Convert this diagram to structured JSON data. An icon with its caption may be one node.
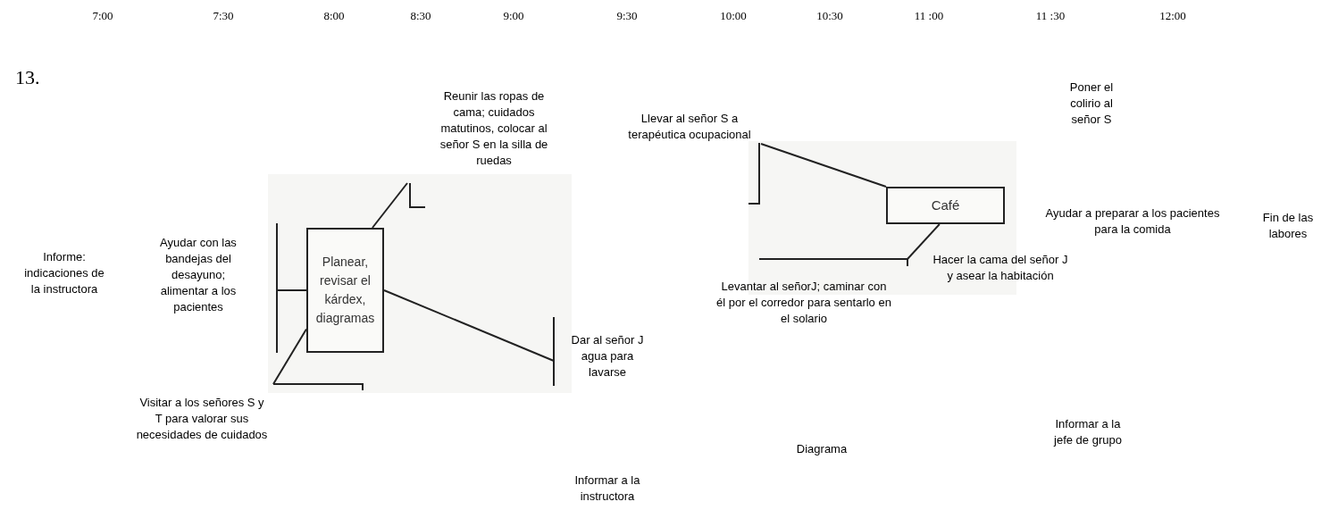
{
  "diagram": {
    "title": "13.",
    "nodes": [
      {
        "text": [
          "Planear, revisar el kárdex, diagramas"
        ]
      },
      {
        "text": [
          "Café"
        ]
      }
    ],
    "edges": [
      {
        "from": 0,
        "to": null,
        "arrow": "none"
      },
      {
        "from": 0,
        "to": null,
        "arrow": "none"
      },
      {
        "from": 0,
        "to": null,
        "arrow": "none"
      },
      {
        "from": 0,
        "to": null,
        "arrow": "none"
      },
      {
        "from": 1,
        "to": null,
        "arrow": "none"
      },
      {
        "from": 1,
        "to": null,
        "arrow": "none"
      }
    ],
    "labels": [
      "7:00",
      "7:30",
      "8:00",
      "8:30",
      "9:00",
      "9:30",
      "10:00",
      "10:30",
      "11 :00",
      "11 :30",
      "12:00",
      "Poner el colirio al señor S",
      "Reunir las ropas de cama; cuidados matutinos, colocar al señor S en la silla de ruedas",
      "Llevar al señor S a terapéutica ocupacional",
      "Ayudar a preparar a los pacientes para la comida",
      "Fin de las labores",
      "Informe: indicaciones de la instructora",
      "Ayudar con las bandejas del desayuno; alimentar a los pacientes",
      "Hacer la cama del señor J y asear la habitación",
      "Levantar al señorJ; caminar con él por el corredor para sentarlo en el solario",
      "Dar al señor J agua para lavarse",
      "Visitar a los señores S y T para valorar sus necesidades de cuidados",
      "Informar a la jefe de grupo",
      "Diagrama",
      "Informar a la instructora"
    ]
  }
}
